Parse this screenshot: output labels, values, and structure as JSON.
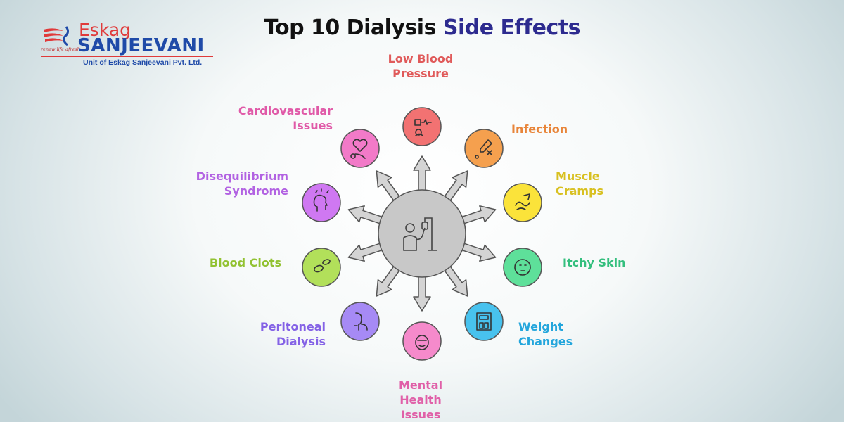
{
  "logo": {
    "brand_top": "Eskag",
    "brand_main": "SANJEEVANI",
    "tagline": "renew life afresh",
    "subtitle": "Unit of Eskag Sanjeevani Pvt. Ltd."
  },
  "title": {
    "part1": "Top 10 Dialysis",
    "part2": "Side Effects"
  },
  "center": {
    "icon": "patient-iv-drip-icon",
    "color": "#c8c8c8"
  },
  "effects": [
    {
      "label": "Low Blood\nPressure",
      "icon": "blood-pressure-monitor-icon",
      "color": "#f27272",
      "text_color": "#e05a5a"
    },
    {
      "label": "Infection",
      "icon": "dropper-bacteria-icon",
      "color": "#f5a04e",
      "text_color": "#e8853a"
    },
    {
      "label": "Muscle\nCramps",
      "icon": "muscle-cramp-icon",
      "color": "#fbe33a",
      "text_color": "#d8c020"
    },
    {
      "label": "Itchy Skin",
      "icon": "itchy-skin-icon",
      "color": "#5ee09a",
      "text_color": "#34bf7e"
    },
    {
      "label": "Weight\nChanges",
      "icon": "weight-scale-icon",
      "color": "#48c2ee",
      "text_color": "#24a6dc"
    },
    {
      "label": "Mental\nHealth\nIssues",
      "icon": "mental-health-face-icon",
      "color": "#f58acb",
      "text_color": "#e060a8"
    },
    {
      "label": "Peritoneal\nDialysis",
      "icon": "peritoneal-tube-icon",
      "color": "#a68af5",
      "text_color": "#8462e6"
    },
    {
      "label": "Blood Clots",
      "icon": "blood-cells-icon",
      "color": "#b2e05a",
      "text_color": "#92c232"
    },
    {
      "label": "Disequilibrium\nSyndrome",
      "icon": "head-pain-icon",
      "color": "#cf78f2",
      "text_color": "#b262e2"
    },
    {
      "label": "Cardiovascular\nIssues",
      "icon": "heart-stethoscope-icon",
      "color": "#f27ac8",
      "text_color": "#e05aa8"
    }
  ]
}
